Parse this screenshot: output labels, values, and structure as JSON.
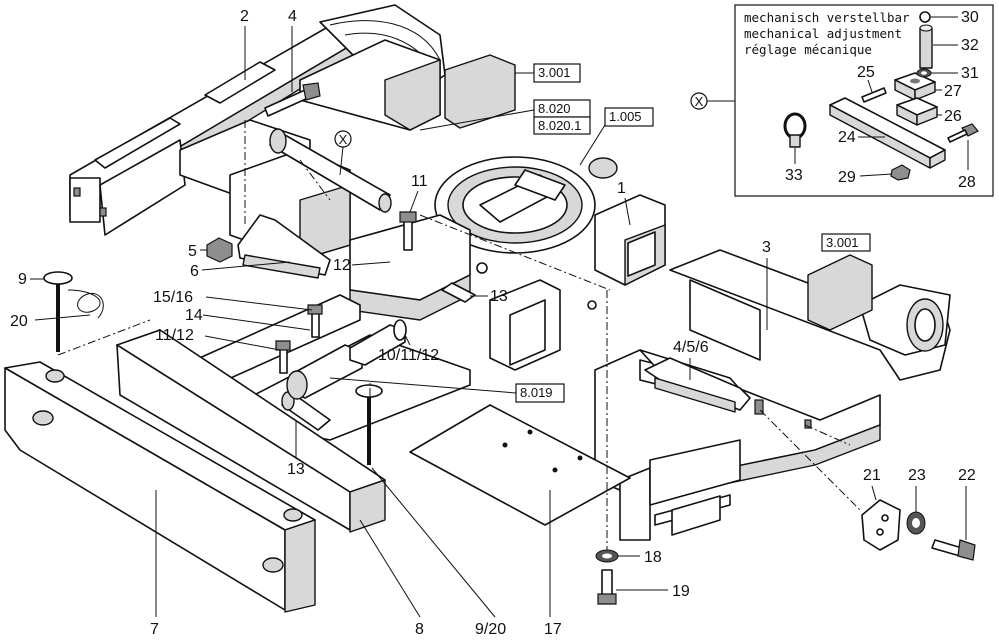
{
  "inset": {
    "lines": [
      "mechanisch verstellbar",
      "mechanical adjustment",
      "réglage mécanique"
    ],
    "marker": "X"
  },
  "main_marker": "X",
  "callouts": {
    "c1": "1",
    "c2": "2",
    "c3": "3",
    "c4": "4",
    "c5": "5",
    "c6": "6",
    "c7": "7",
    "c8": "8",
    "c9": "9",
    "c11": "11",
    "c12": "12",
    "c13a": "13",
    "c13b": "13",
    "c14": "14",
    "c17": "17",
    "c18": "18",
    "c19": "19",
    "c20": "20",
    "c21": "21",
    "c22": "22",
    "c23": "23",
    "c24": "24",
    "c25": "25",
    "c26": "26",
    "c27": "27",
    "c28": "28",
    "c29": "29",
    "c30": "30",
    "c31": "31",
    "c32": "32",
    "c33": "33",
    "c15_16": "15/16",
    "c11_12": "11/12",
    "c10_11_12": "10/11/12",
    "c4_5_6": "4/5/6",
    "c9_20": "9/20"
  },
  "refs": {
    "r3001a": "3.001",
    "r8020": "8.020",
    "r80201": "8.020.1",
    "r1005": "1.005",
    "r3001b": "3.001",
    "r8019": "8.019"
  }
}
